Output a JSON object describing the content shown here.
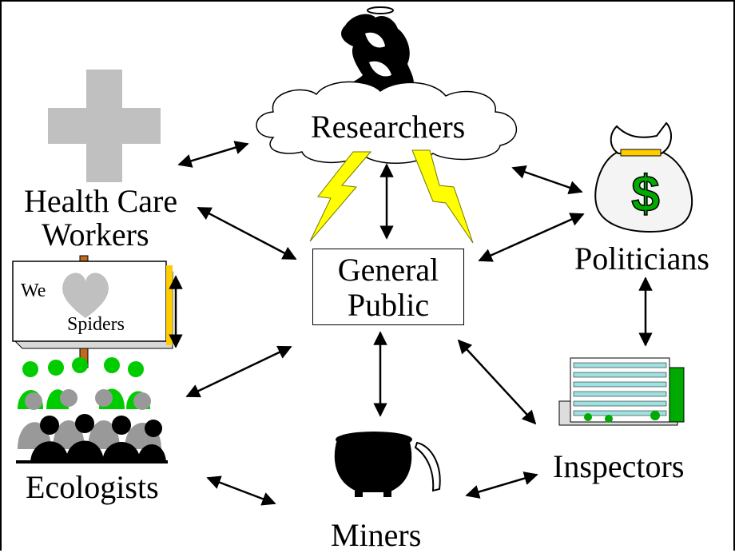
{
  "nodes": {
    "researchers": "Researchers",
    "health_care_line1": "Health Care",
    "health_care_line2": "Workers",
    "general_public_line1": "General",
    "general_public_line2": "Public",
    "politicians": "Politicians",
    "ecologists": "Ecologists",
    "inspectors": "Inspectors",
    "miners": "Miners"
  },
  "sign": {
    "line1": "We",
    "line2": "Spiders"
  },
  "money_symbol": "$",
  "colors": {
    "cross": "#c0c0c0",
    "lightning": "#ffff00",
    "heart": "#c0c0c0",
    "crowd_green": "#00cc00",
    "crowd_gray": "#999999",
    "dollar_green": "#00aa00",
    "building_teal": "#9fe0e0"
  }
}
